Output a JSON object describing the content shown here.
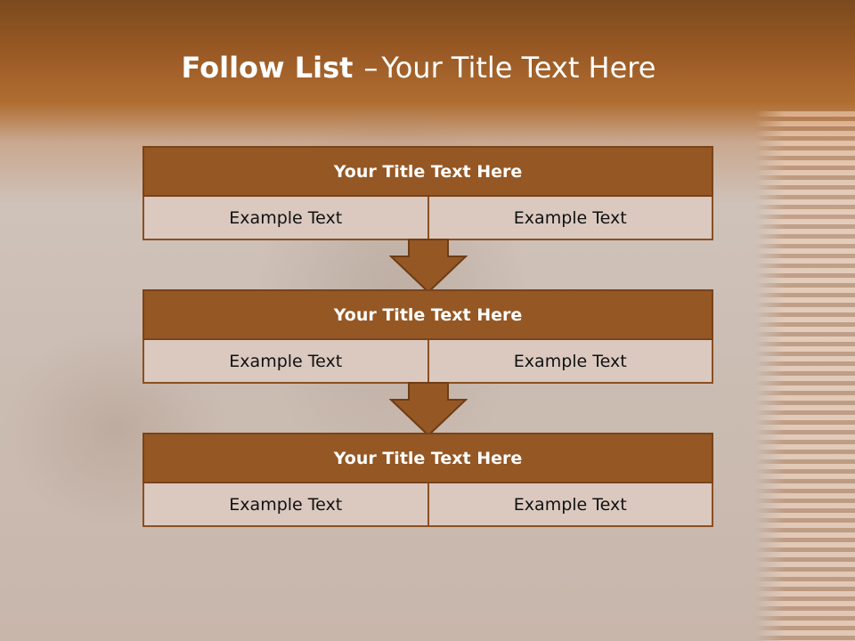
{
  "slide": {
    "title_bold": "Follow List",
    "title_separator": "–",
    "title_rest": "Your Title Text Here"
  },
  "blocks": [
    {
      "title": "Your Title Text Here",
      "left": "Example Text",
      "right": "Example Text"
    },
    {
      "title": "Your Title Text Here",
      "left": "Example Text",
      "right": "Example Text"
    },
    {
      "title": "Your Title Text Here",
      "left": "Example Text",
      "right": "Example Text"
    }
  ],
  "colors": {
    "header_fill": "#955724",
    "cell_fill": "#dbc9c0",
    "border": "#8a4f22",
    "arrow_fill": "#955724"
  }
}
